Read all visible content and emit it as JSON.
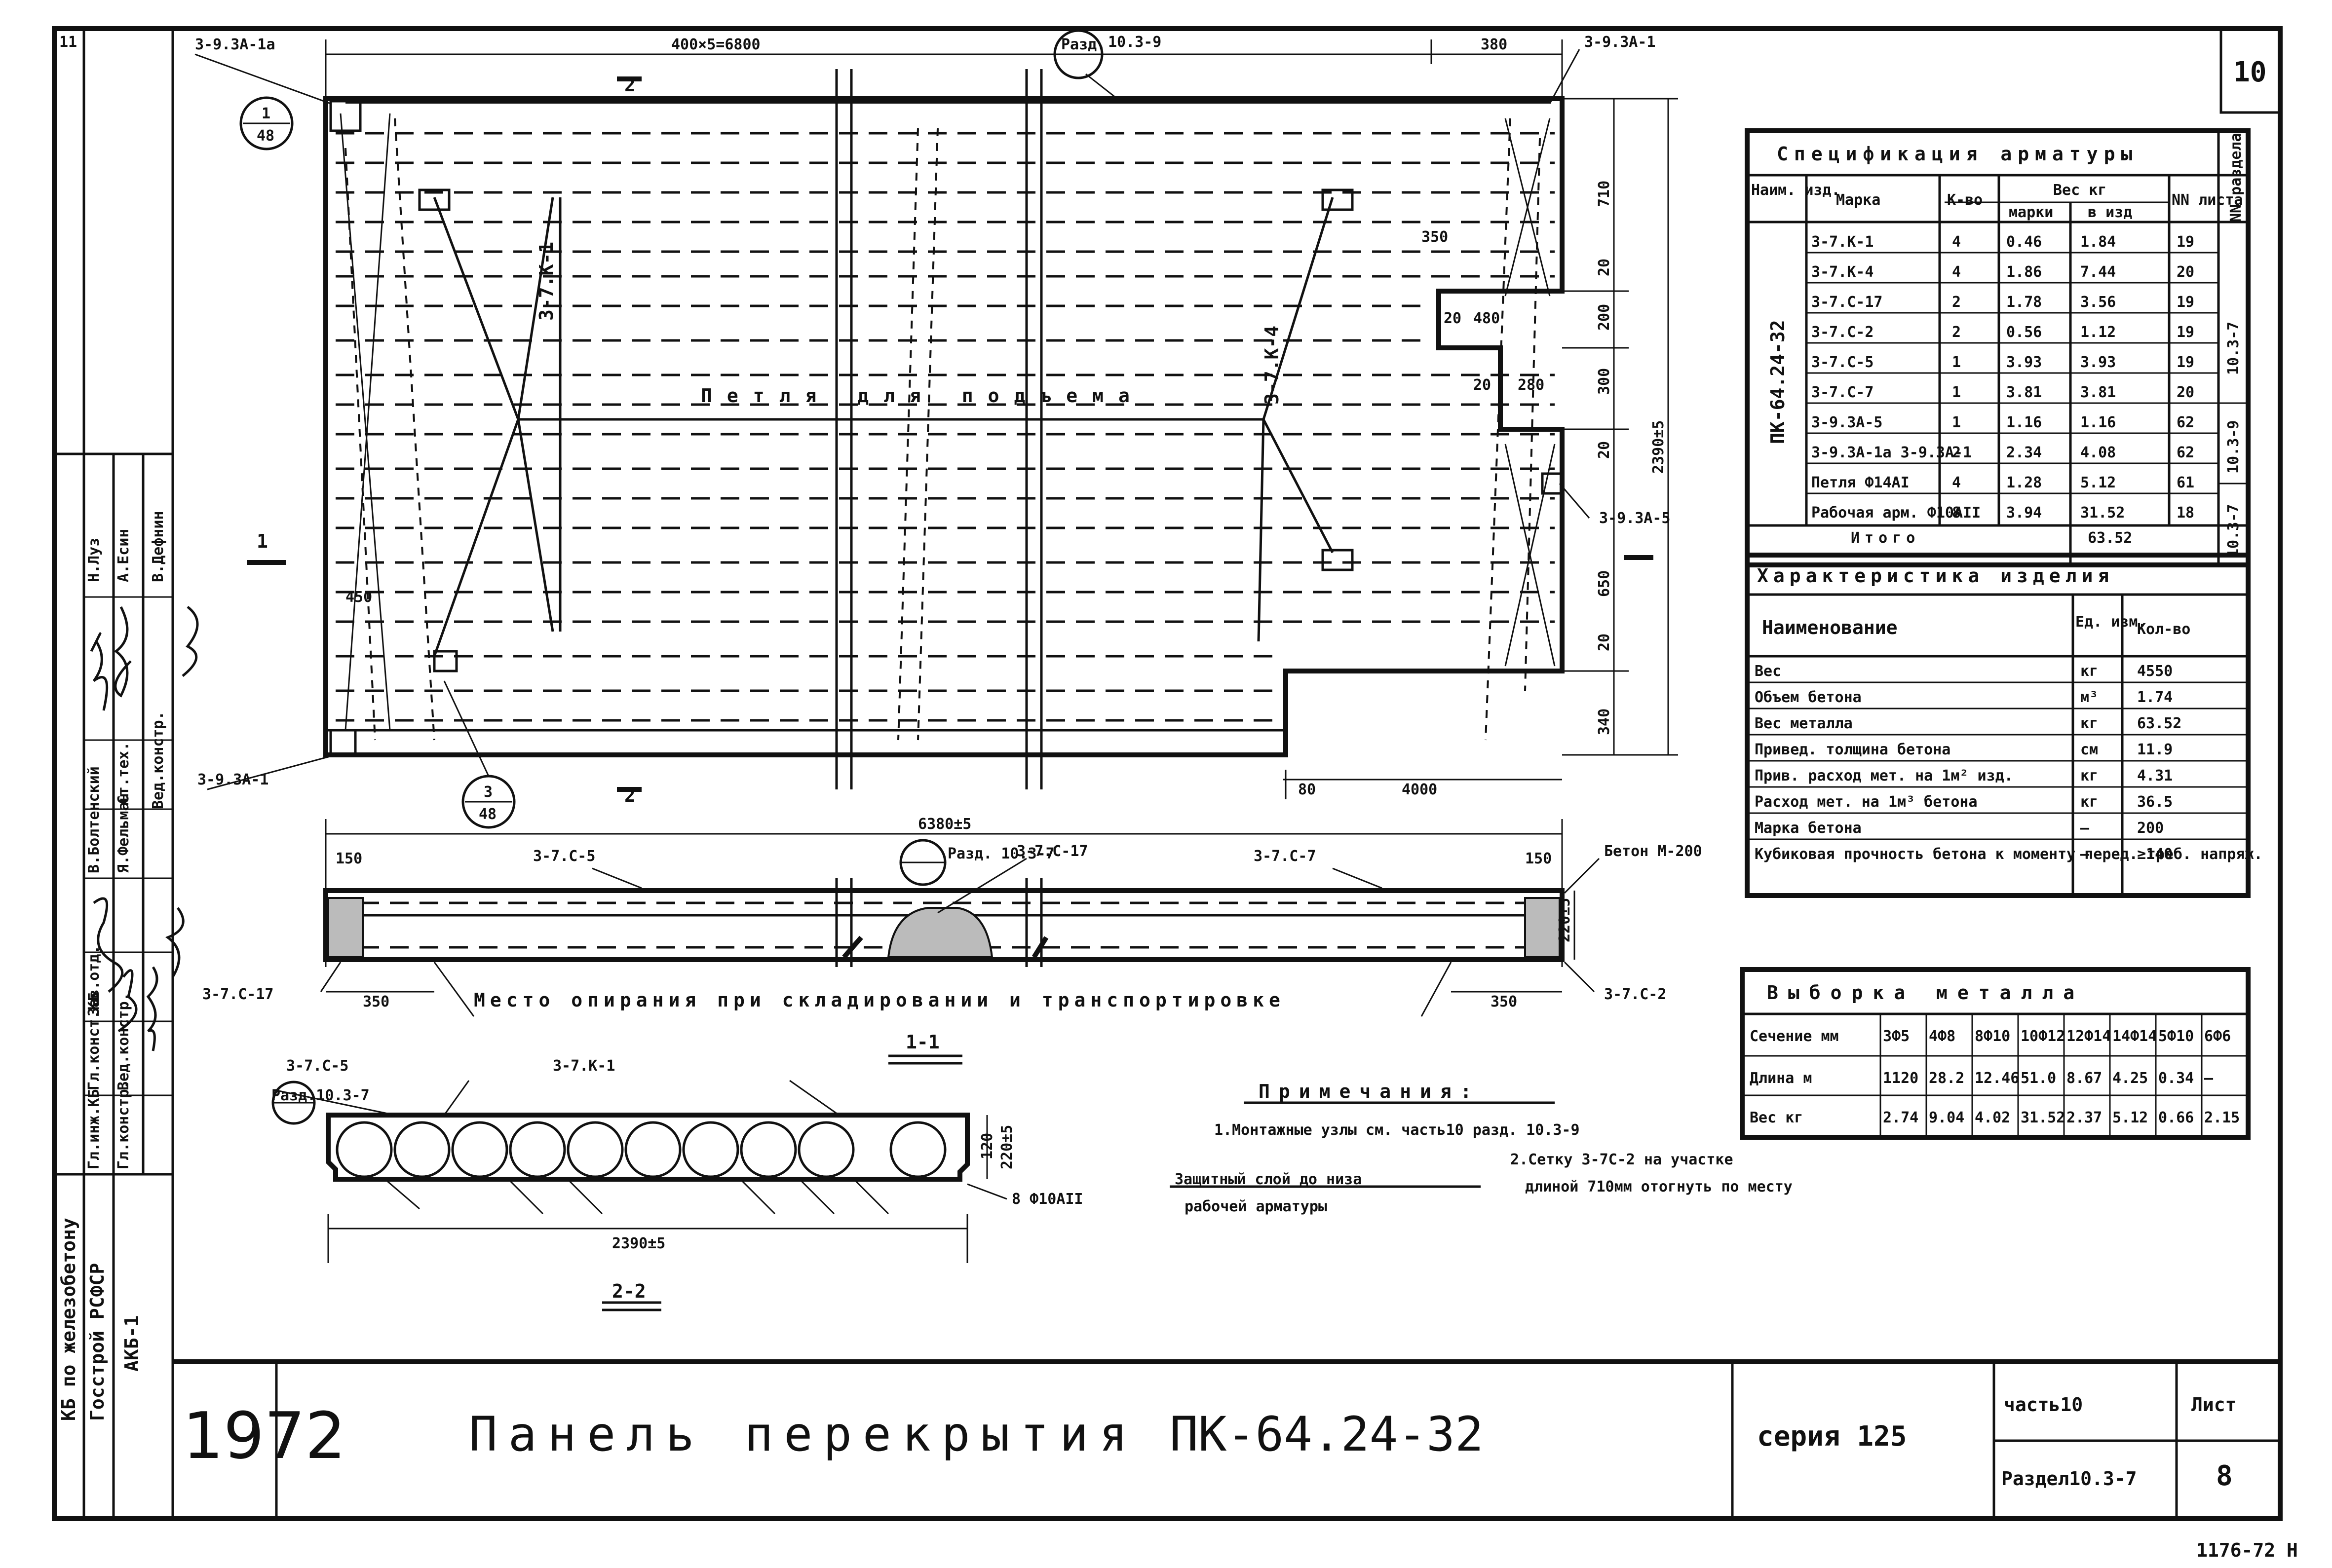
{
  "sheet": {
    "number": "10",
    "corner_mark": "11",
    "year": "1972",
    "title": "Панель перекрытия",
    "mark": "ПК-64.24-32",
    "series": "серия 125",
    "part_label": "часть10",
    "section_label": "Раздел10.3-7",
    "sheet_label": "Лист",
    "sheet_no": "8",
    "archive_no": "1176-72 Н",
    "org_top": "КБ по железобетону",
    "org_bottom": "Госстрой РСФСР",
    "album": "АКБ-1"
  },
  "stamp": {
    "roles": [
      "Гл.инж.КБ",
      "Гл.конст.КБ",
      "Зав.отд.",
      "Гл.констр.",
      "Вед.констр.",
      "Ст.тех.",
      "Вед.констр."
    ],
    "names": [
      "Н.Луз",
      "А.Есин",
      "В.Болтенский",
      "Я.Фельман",
      "В.Дефнин"
    ]
  },
  "plan": {
    "dim_top_left": "400×5=6800",
    "dim_top_right": "380",
    "mark_top_left": "3-9.3А-1а",
    "mark_top_right": "3-9.3А-1",
    "mark_bottom_left": "3-9.3А-1",
    "mark_right_mid": "3-9.3А-5",
    "detail_1": {
      "num": "1",
      "sheet": "48"
    },
    "detail_3": {
      "num": "3",
      "sheet": "48"
    },
    "detail_top": {
      "num": "Разд.",
      "sheet": "10.3-9"
    },
    "label_mesh_1": "3-7.К-1",
    "label_mesh_4": "3-7.К-4",
    "center_text": "Петля для подъема",
    "dim_350": "350",
    "dim_20a": "20",
    "dim_480": "480",
    "dim_20b": "20",
    "dim_280": "280",
    "dim_710": "710",
    "dim_200": "200",
    "dim_300": "300",
    "dim_2390": "2390±5",
    "dim_20c": "20",
    "dim_650": "650",
    "dim_20d": "20",
    "dim_340": "340",
    "dim_80": "80",
    "dim_4000": "4000",
    "dim_450": "450",
    "section_cut": "1",
    "section_cut2": "2"
  },
  "section1": {
    "overall": "6380±5",
    "left_150": "150",
    "right_150": "150",
    "label_c5": "3-7.С-5",
    "label_c17": "3-7.С-17",
    "label_c7": "3-7.С-7",
    "label_concrete": "Бетон М-200",
    "detail_ref": "Разд. 10.3-7",
    "label_c17_left": "3-7.С-17",
    "label_c2_right": "3-7.С-2",
    "dim_350_left": "350",
    "dim_350_right": "350",
    "bearing_text": "Место опирания при складировании и транспортировке",
    "height": "220±5",
    "title": "1-1"
  },
  "section2": {
    "label_c5": "3-7.С-5",
    "label_k1": "3-7.К-1",
    "detail_ref": "Разд.10.3-7",
    "width": "2390±5",
    "height": "220±5",
    "dim_120": "120",
    "bar": "8 Ф10АII",
    "title": "2-2",
    "protect_1": "Защитный слой до низа",
    "protect_2": "рабочей арматуры"
  },
  "notes": {
    "title": "Примечания:",
    "n1": "1.Монтажные узлы см. часть10 разд. 10.3-9",
    "n2a": "2.Сетку 3-7С-2 на участке",
    "n2b": "длиной 710мм отогнуть по месту"
  },
  "spec": {
    "title": "Спецификация арматуры",
    "h_name": "Наим. изд.",
    "h_mark": "Марка",
    "h_count": "К-во",
    "h_weight": "Вес кг",
    "h_mark_w": "марки",
    "h_total_w": "в изд",
    "h_sheet": "NN листа",
    "h_section": "NN раздела",
    "product": "ПК-64.24-32",
    "rows": [
      [
        "3-7.К-1",
        "4",
        "0.46",
        "1.84",
        "19"
      ],
      [
        "3-7.К-4",
        "4",
        "1.86",
        "7.44",
        "20"
      ],
      [
        "3-7.С-17",
        "2",
        "1.78",
        "3.56",
        "19"
      ],
      [
        "3-7.С-2",
        "2",
        "0.56",
        "1.12",
        "19"
      ],
      [
        "3-7.С-5",
        "1",
        "3.93",
        "3.93",
        "19"
      ],
      [
        "3-7.С-7",
        "1",
        "3.81",
        "3.81",
        "20"
      ],
      [
        "3-9.3А-5",
        "1",
        "1.16",
        "1.16",
        "62"
      ],
      [
        "3-9.3А-1а 3-9.3А-1",
        "2",
        "2.34",
        "4.08",
        "62"
      ],
      [
        "Петля Ф14АI",
        "4",
        "1.28",
        "5.12",
        "61"
      ],
      [
        "Рабочая арм. Ф10АII",
        "8",
        "3.94",
        "31.52",
        "18"
      ]
    ],
    "sec_a": "10.3-7",
    "sec_b": "10.3-9",
    "sec_c": "10.3-7",
    "total_label": "Итого",
    "total": "63.52"
  },
  "char": {
    "title": "Характеристика изделия",
    "h_name": "Наименование",
    "h_unit": "Ед. изм.",
    "h_qty": "Кол-во",
    "rows": [
      [
        "Вес",
        "кг",
        "4550"
      ],
      [
        "Объем бетона",
        "м³",
        "1.74"
      ],
      [
        "Вес металла",
        "кг",
        "63.52"
      ],
      [
        "Привед. толщина бетона",
        "см",
        "11.9"
      ],
      [
        "Прив. расход мет. на 1м² изд.",
        "кг",
        "4.31"
      ],
      [
        "Расход мет. на 1м³ бетона",
        "кг",
        "36.5"
      ],
      [
        "Марка бетона",
        "—",
        "200"
      ],
      [
        "Кубиковая прочность бетона к моменту перед. треб. напряж.",
        "—",
        "≥140"
      ]
    ]
  },
  "steel": {
    "title": "Выборка металла",
    "h_section": "Сечение мм",
    "h_length": "Длина м",
    "h_weight": "Вес кг",
    "cols": [
      "3Ф5",
      "4Ф8",
      "8Ф10",
      "10Ф12",
      "12Ф14",
      "14Ф14",
      "5Ф10",
      "6Ф6"
    ],
    "lengths": [
      "1120",
      "28.2",
      "12.46",
      "51.0",
      "8.67",
      "4.25",
      "0.34",
      "—"
    ],
    "weights": [
      "2.74",
      "9.04",
      "4.02",
      "31.52",
      "2.37",
      "5.12",
      "0.66",
      "2.15"
    ]
  }
}
